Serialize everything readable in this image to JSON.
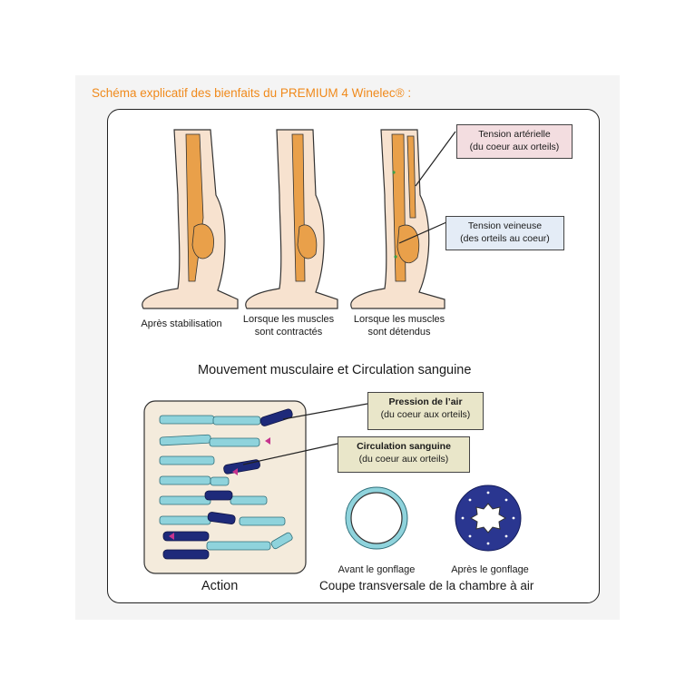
{
  "header": {
    "title": "Schéma explicatif des bienfaits du PREMIUM 4 Winelec® :"
  },
  "legs": [
    {
      "caption_line1": "Après stabilisation",
      "caption_line2": ""
    },
    {
      "caption_line1": "Lorsque les muscles",
      "caption_line2": "sont contractés"
    },
    {
      "caption_line1": "Lorsque les muscles",
      "caption_line2": "sont détendus"
    }
  ],
  "callouts_top": [
    {
      "line1": "Tension artérielle",
      "line2": "(du coeur aux orteils)"
    },
    {
      "line1": "Tension veineuse",
      "line2": "(des orteils au coeur)"
    }
  ],
  "section_title": "Mouvement musculaire et Circulation sanguine",
  "callouts_bottom": [
    {
      "title": "Pression de l’air",
      "sub": "(du coeur aux orteils)"
    },
    {
      "title": "Circulation sanguine",
      "sub": "(du coeur aux orteils)"
    }
  ],
  "cross_section": {
    "before_label": "Avant le gonflage",
    "after_label": "Après le gonflage",
    "caption": "Coupe transversale de la chambre à air"
  },
  "action_label": "Action",
  "colors": {
    "title_orange": "#f08a1c",
    "vein_orange": "#e9a04a",
    "skin": "#f7e2cf",
    "tube_teal": "#8fd3dc",
    "air_navy": "#1e2a7a",
    "callout_pink": "#f3dde0",
    "callout_blue": "#e4ecf6",
    "callout_khaki": "#e9e6c9"
  }
}
